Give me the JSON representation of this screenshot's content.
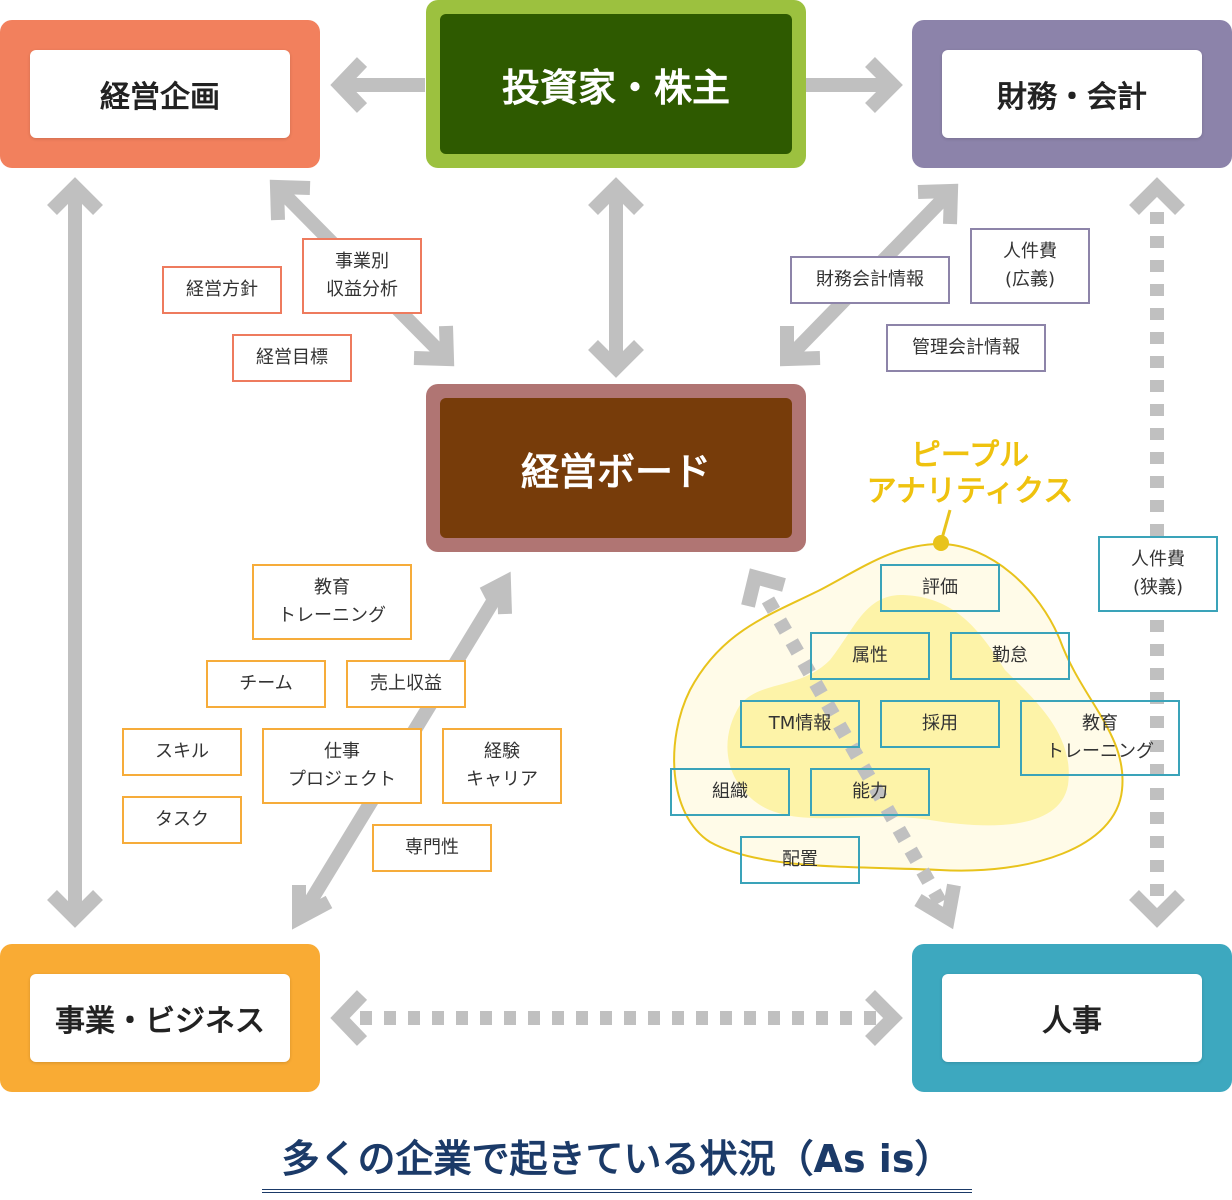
{
  "nodes": {
    "planning": "経営企画",
    "investors": "投資家・株主",
    "finance": "財務・会計",
    "board": "経営ボード",
    "business": "事業・ビジネス",
    "hr": "人事"
  },
  "tags_planning": {
    "policy": "経営方針",
    "segment": "事業別\n収益分析",
    "target": "経営目標"
  },
  "tags_finance": {
    "fin_info": "財務会計情報",
    "personnel_broad": "人件費\n(広義)",
    "mgmt_info": "管理会計情報"
  },
  "tags_business": {
    "education": "教育\nトレーニング",
    "team": "チーム",
    "sales": "売上収益",
    "skill": "スキル",
    "job": "仕事\nプロジェクト",
    "experience": "経験\nキャリア",
    "task": "タスク",
    "expertise": "専門性"
  },
  "tags_hr": {
    "personnel_narrow": "人件費\n(狭義)",
    "evaluation": "評価",
    "attribute": "属性",
    "attendance": "勤怠",
    "tm": "TM情報",
    "hiring": "採用",
    "education": "教育\nトレーニング",
    "org": "組織",
    "ability": "能力",
    "placement": "配置"
  },
  "people_analytics": "ピープル\nアナリティクス",
  "footer": "多くの企業で起きている状況（As is）",
  "colors": {
    "planning": "#f2805d",
    "investors_outer": "#9cc13f",
    "investors_inner": "#2e5a00",
    "finance": "#8c83aa",
    "board_outer": "#b07573",
    "board_inner": "#773c0a",
    "business": "#f9ab34",
    "hr": "#3da8bf",
    "arrow": "#c0c0c0",
    "analytics": "#efc20e"
  }
}
